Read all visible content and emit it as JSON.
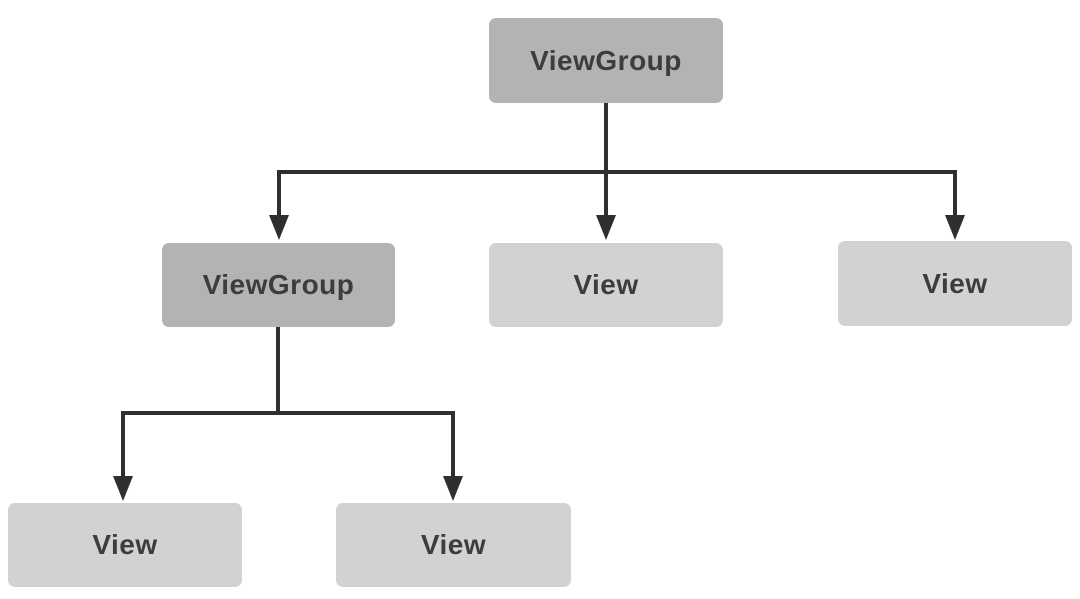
{
  "diagram": {
    "description": "View hierarchy tree diagram",
    "nodes": [
      {
        "id": "root",
        "label": "ViewGroup",
        "type": "viewgroup",
        "level": 1
      },
      {
        "id": "child-viewgroup",
        "label": "ViewGroup",
        "type": "viewgroup",
        "level": 2
      },
      {
        "id": "child-view-1",
        "label": "View",
        "type": "view",
        "level": 2
      },
      {
        "id": "child-view-2",
        "label": "View",
        "type": "view",
        "level": 2
      },
      {
        "id": "grandchild-view-1",
        "label": "View",
        "type": "view",
        "level": 3
      },
      {
        "id": "grandchild-view-2",
        "label": "View",
        "type": "view",
        "level": 3
      }
    ],
    "edges": [
      {
        "from": "root",
        "to": "child-viewgroup"
      },
      {
        "from": "root",
        "to": "child-view-1"
      },
      {
        "from": "root",
        "to": "child-view-2"
      },
      {
        "from": "child-viewgroup",
        "to": "grandchild-view-1"
      },
      {
        "from": "child-viewgroup",
        "to": "grandchild-view-2"
      }
    ],
    "colors": {
      "viewgroup_fill": "#b3b3b3",
      "view_fill": "#d2d2d2",
      "label_text": "#3d3d3d",
      "connector": "#2f2f2f",
      "background": "#ffffff"
    }
  }
}
